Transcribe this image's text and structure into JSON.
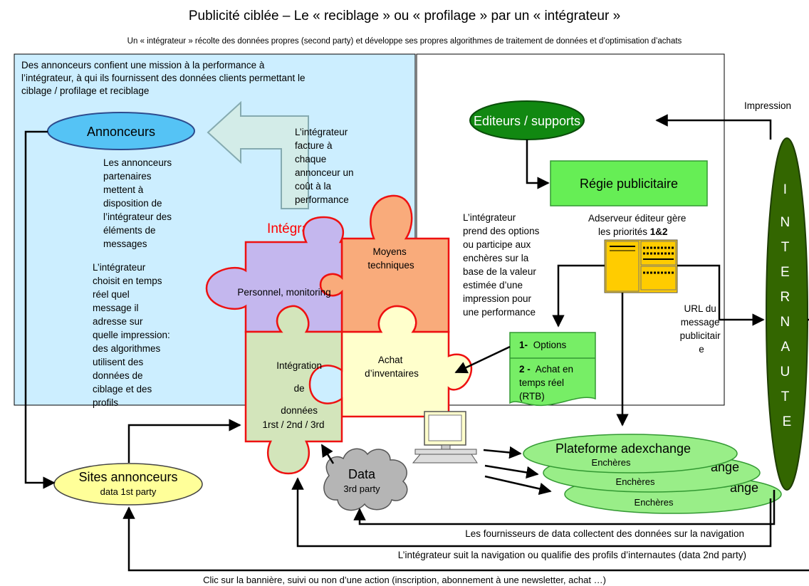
{
  "title": "Publicité ciblée – Le « reciblage » ou « profilage » par un « intégrateur »",
  "subtitle": "Un « intégrateur » récolte des données propres (second party) et développe ses propres algorithmes de traitement de données et d’optimisation d’achats",
  "left_panel": {
    "intro": [
      "Des annonceurs confient une mission à la performance à",
      "l’intégrateur, à qui ils fournissent des données clients permettant le",
      "ciblage / profilage et reciblage"
    ],
    "annonceurs": "Annonceurs",
    "facture": [
      "L’intégrateur",
      "facture à",
      "chaque",
      "annonceur un",
      "coût à la",
      "performance"
    ],
    "partenaires": [
      "Les annonceurs",
      "partenaires",
      "mettent à",
      "disposition de",
      "l’intégrateur des",
      "éléments de",
      "messages"
    ],
    "choisit": [
      "L’intégrateur",
      "choisit en temps",
      "réel quel",
      "message il",
      "adresse sur",
      "quelle impression:",
      "des algorithmes",
      "utilisent des",
      "données de",
      "ciblage et des",
      "profils"
    ]
  },
  "puzzle": {
    "title": "Intégrateur",
    "personnel": "Personnel, monitoring",
    "moyens": [
      "Moyens",
      "techniques"
    ],
    "integration": [
      "Intégration",
      "de",
      "données",
      "1rst / 2nd / 3rd"
    ],
    "achat": [
      "Achat",
      "d’inventaires"
    ]
  },
  "right_panel": {
    "editeurs": "Editeurs / supports",
    "regie": "Régie publicitaire",
    "options_text": [
      "L’intégrateur",
      "prend des options",
      "ou participe aux",
      "enchères sur la",
      "base de la valeur",
      "estimée d’une",
      "impression pour",
      "une performance"
    ],
    "adserveur": [
      "Adserveur éditeur gère",
      "les priorités"
    ],
    "adserveur_bold": "1&2",
    "url": [
      "URL du",
      "message",
      "publicitair",
      "e"
    ]
  },
  "options_doc": {
    "opt1_num": "1-",
    "opt1": "Options",
    "opt2_num": "2 -",
    "opt2": [
      "Achat en",
      "temps réel",
      "(RTB)"
    ]
  },
  "impression": "Impression",
  "internaute": [
    "I",
    "N",
    "T",
    "E",
    "R",
    "N",
    "A",
    "U",
    "T",
    "E"
  ],
  "adexchange": {
    "title": "Plateforme adexchange",
    "sub": "Enchères",
    "back_frag": "ange"
  },
  "sites": {
    "title": "Sites annonceurs",
    "sub": "data 1st party"
  },
  "data": {
    "title": "Data",
    "sub": "3rd party"
  },
  "bottom": {
    "line1": "Les fournisseurs de data collectent des données sur la navigation",
    "line2": "L’intégrateur suit la navigation ou qualifie des profils d’internautes (data 2nd party)",
    "line3": "Clic sur la bannière, suivi ou non d’une action (inscription, abonnement à une newsletter, achat …)"
  }
}
